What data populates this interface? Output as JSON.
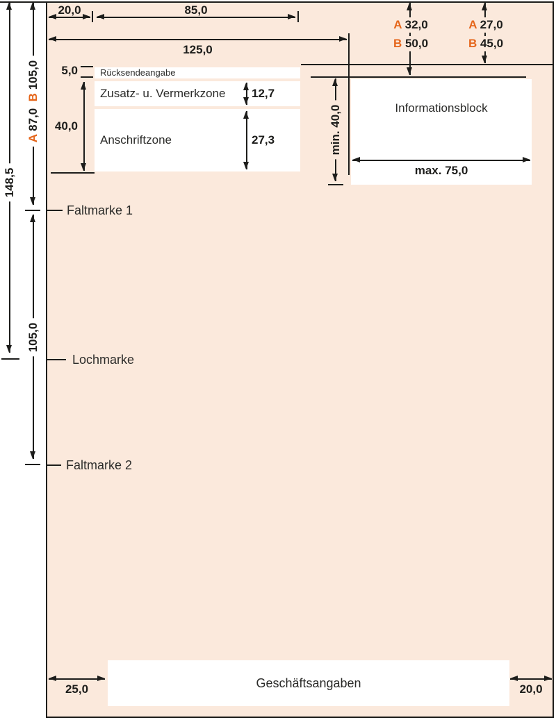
{
  "palette": {
    "page_bg": "#fbe9dc",
    "accent_orange": "#e5661b",
    "ink": "#1d1d1b",
    "box_bg": "#ffffff"
  },
  "top_dims": {
    "left_margin": "20,0",
    "address_width": "85,0",
    "total_width": "125,0"
  },
  "right_dims": {
    "col_left": {
      "a": "A",
      "a_val": "32,0",
      "b": "B",
      "b_val": "50,0"
    },
    "col_right": {
      "a": "A",
      "a_val": "27,0",
      "b": "B",
      "b_val": "45,0"
    }
  },
  "left_dims": {
    "overall": "148,5",
    "fold1_a": "A",
    "fold1_a_val": "87,0",
    "fold1_b": "B",
    "fold1_b_val": "105,0",
    "fold_span": "105,0"
  },
  "address_zones": {
    "offset": "5,0",
    "total_height": "40,0",
    "ruecksende_label": "Rücksendeangabe",
    "zusatz_label": "Zusatz- u. Vermerkzone",
    "zusatz_height": "12,7",
    "anschrift_label": "Anschriftzone",
    "anschrift_height": "27,3"
  },
  "infoblock": {
    "label": "Informationsblock",
    "min_height": "min. 40,0",
    "max_width": "max. 75,0"
  },
  "marks": {
    "fold1": "Faltmarke 1",
    "hole": "Lochmarke",
    "fold2": "Faltmarke 2"
  },
  "footer": {
    "label": "Geschäftsangaben",
    "left_margin": "25,0",
    "right_margin": "20,0"
  }
}
